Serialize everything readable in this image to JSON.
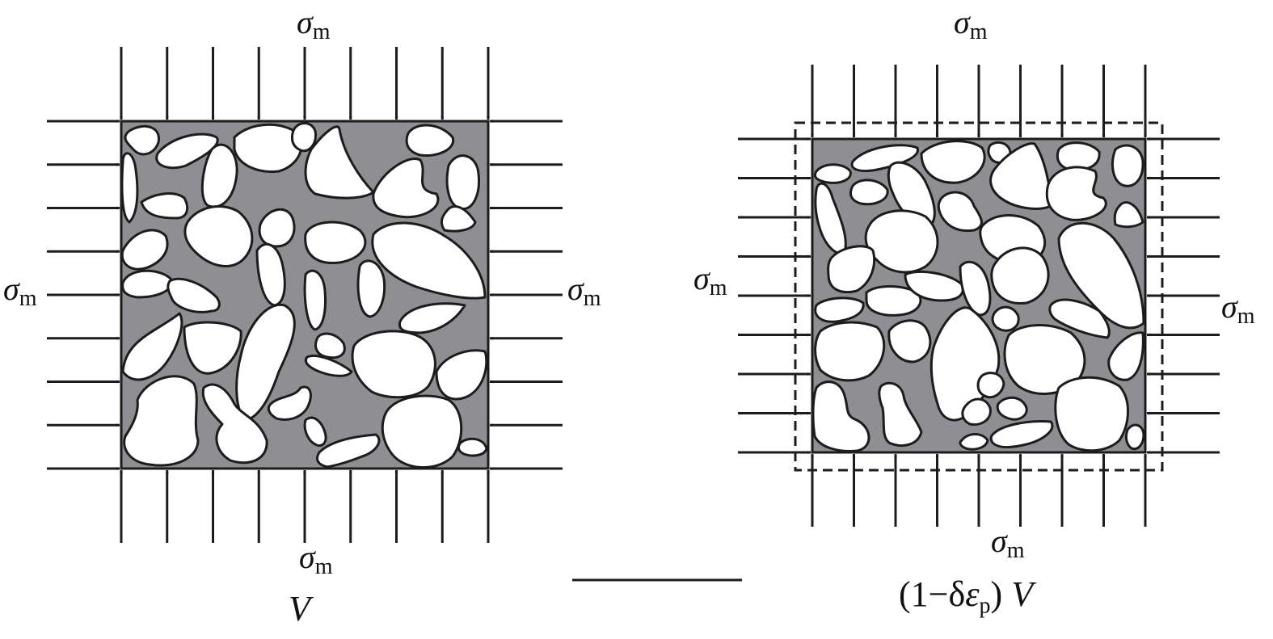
{
  "colors": {
    "matrix": "#8e8e93",
    "aggregate": "#ffffff",
    "outline": "#1c1c1c"
  },
  "stress": {
    "symbol": "σ",
    "subscript": "m"
  },
  "left_specimen": {
    "volume_label": "V"
  },
  "right_specimen": {
    "volume_prefix": "(1−δ",
    "strain_symbol": "ε",
    "strain_subscript": "p",
    "volume_suffix": ") ",
    "volume_symbol": "V"
  },
  "icons": {
    "process_arrow": "long-right-arrow-icon",
    "load_arrow": "force-arrow-icon"
  }
}
